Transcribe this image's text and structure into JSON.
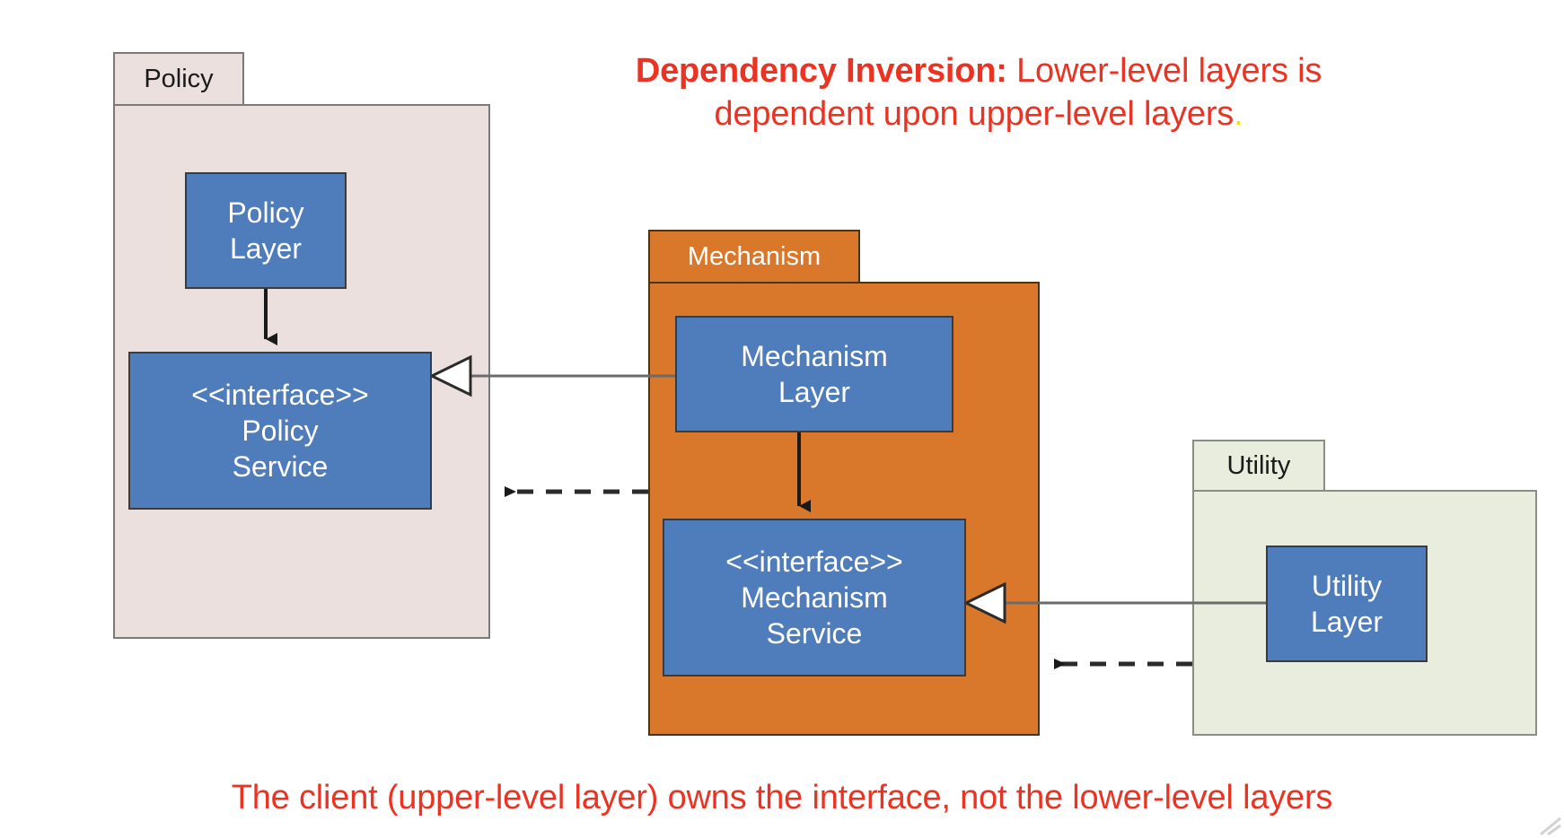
{
  "title": {
    "strong": "Dependency Inversion:",
    "rest": " Lower-level layers is dependent upon upper-level layers",
    "trailing_dot": "."
  },
  "caption": {
    "text": "The client (upper-level layer) owns the interface, not the lower-level layers"
  },
  "colors": {
    "title_red": "#EA3323",
    "caption_red": "#EA3323",
    "title_dot_yellow": "#F2E300",
    "node_blue": "#4F7CBA",
    "node_border": "#3b3b3b",
    "policy_fill": "#ECE0DE",
    "policy_border": "#7a7a7a",
    "mechanism_fill": "#D9772B",
    "mechanism_border": "#4a3418",
    "utility_fill": "#E8EDDE",
    "utility_border": "#8a8d84",
    "connector_gray": "#6b6b6b",
    "connector_dark": "#2b2b2b",
    "canvas_background": "#ffffff"
  },
  "packages": [
    {
      "id": "policy",
      "name": "Policy",
      "tab_label": "Policy"
    },
    {
      "id": "mechanism",
      "name": "Mechanism",
      "tab_label": "Mechanism"
    },
    {
      "id": "utility",
      "name": "Utility",
      "tab_label": "Utility"
    }
  ],
  "nodes": [
    {
      "id": "policy-layer",
      "package": "policy",
      "stereotype": "",
      "name": "Policy\nLayer",
      "kind": "class"
    },
    {
      "id": "policy-service",
      "package": "policy",
      "stereotype": "<<interface>>",
      "name": "Policy\nService",
      "kind": "interface",
      "full_text": "<<interface>>\nPolicy\nService"
    },
    {
      "id": "mechanism-layer",
      "package": "mechanism",
      "stereotype": "",
      "name": "Mechanism\nLayer",
      "kind": "class"
    },
    {
      "id": "mechanism-service",
      "package": "mechanism",
      "stereotype": "<<interface>>",
      "name": "Mechanism\nService",
      "kind": "interface",
      "full_text": "<<interface>>\nMechanism\nService"
    },
    {
      "id": "utility-layer",
      "package": "utility",
      "stereotype": "",
      "name": "Utility\nLayer",
      "kind": "class"
    }
  ],
  "connectors": [
    {
      "id": "policy-layer-to-policy-service",
      "type": "association-arrow",
      "style": "solid",
      "arrowhead": "filled",
      "from": "policy-layer",
      "to": "policy-service"
    },
    {
      "id": "mechanism-layer-realizes-policy-service",
      "type": "realization",
      "style": "solid",
      "arrowhead": "hollow-triangle",
      "from": "mechanism-layer",
      "to": "policy-service"
    },
    {
      "id": "mechanism-depends-on-policy",
      "type": "dependency",
      "style": "dashed",
      "arrowhead": "filled",
      "from": "mechanism",
      "to": "policy"
    },
    {
      "id": "mechanism-layer-to-mechanism-service",
      "type": "association-arrow",
      "style": "solid",
      "arrowhead": "filled",
      "from": "mechanism-layer",
      "to": "mechanism-service"
    },
    {
      "id": "utility-layer-realizes-mechanism-service",
      "type": "realization",
      "style": "solid",
      "arrowhead": "hollow-triangle",
      "from": "utility-layer",
      "to": "mechanism-service"
    },
    {
      "id": "utility-depends-on-mechanism",
      "type": "dependency",
      "style": "dashed",
      "arrowhead": "filled",
      "from": "utility",
      "to": "mechanism"
    }
  ]
}
